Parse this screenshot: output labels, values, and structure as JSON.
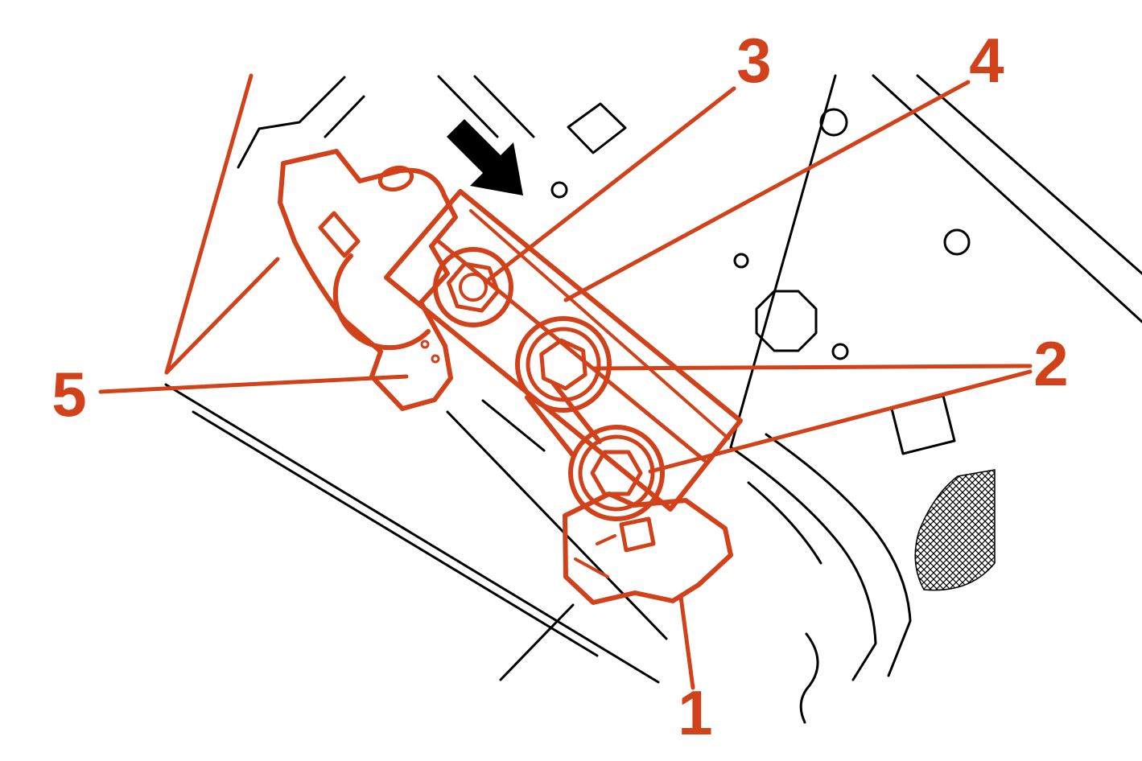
{
  "figure": {
    "type": "technical-line-illustration",
    "background_color": "#ffffff",
    "ink_color": "#000000",
    "accent_color": "#d2421a",
    "arrow_color": "#000000",
    "callouts": [
      {
        "label": "1"
      },
      {
        "label": "2"
      },
      {
        "label": "3"
      },
      {
        "label": "4"
      },
      {
        "label": "5"
      }
    ]
  }
}
